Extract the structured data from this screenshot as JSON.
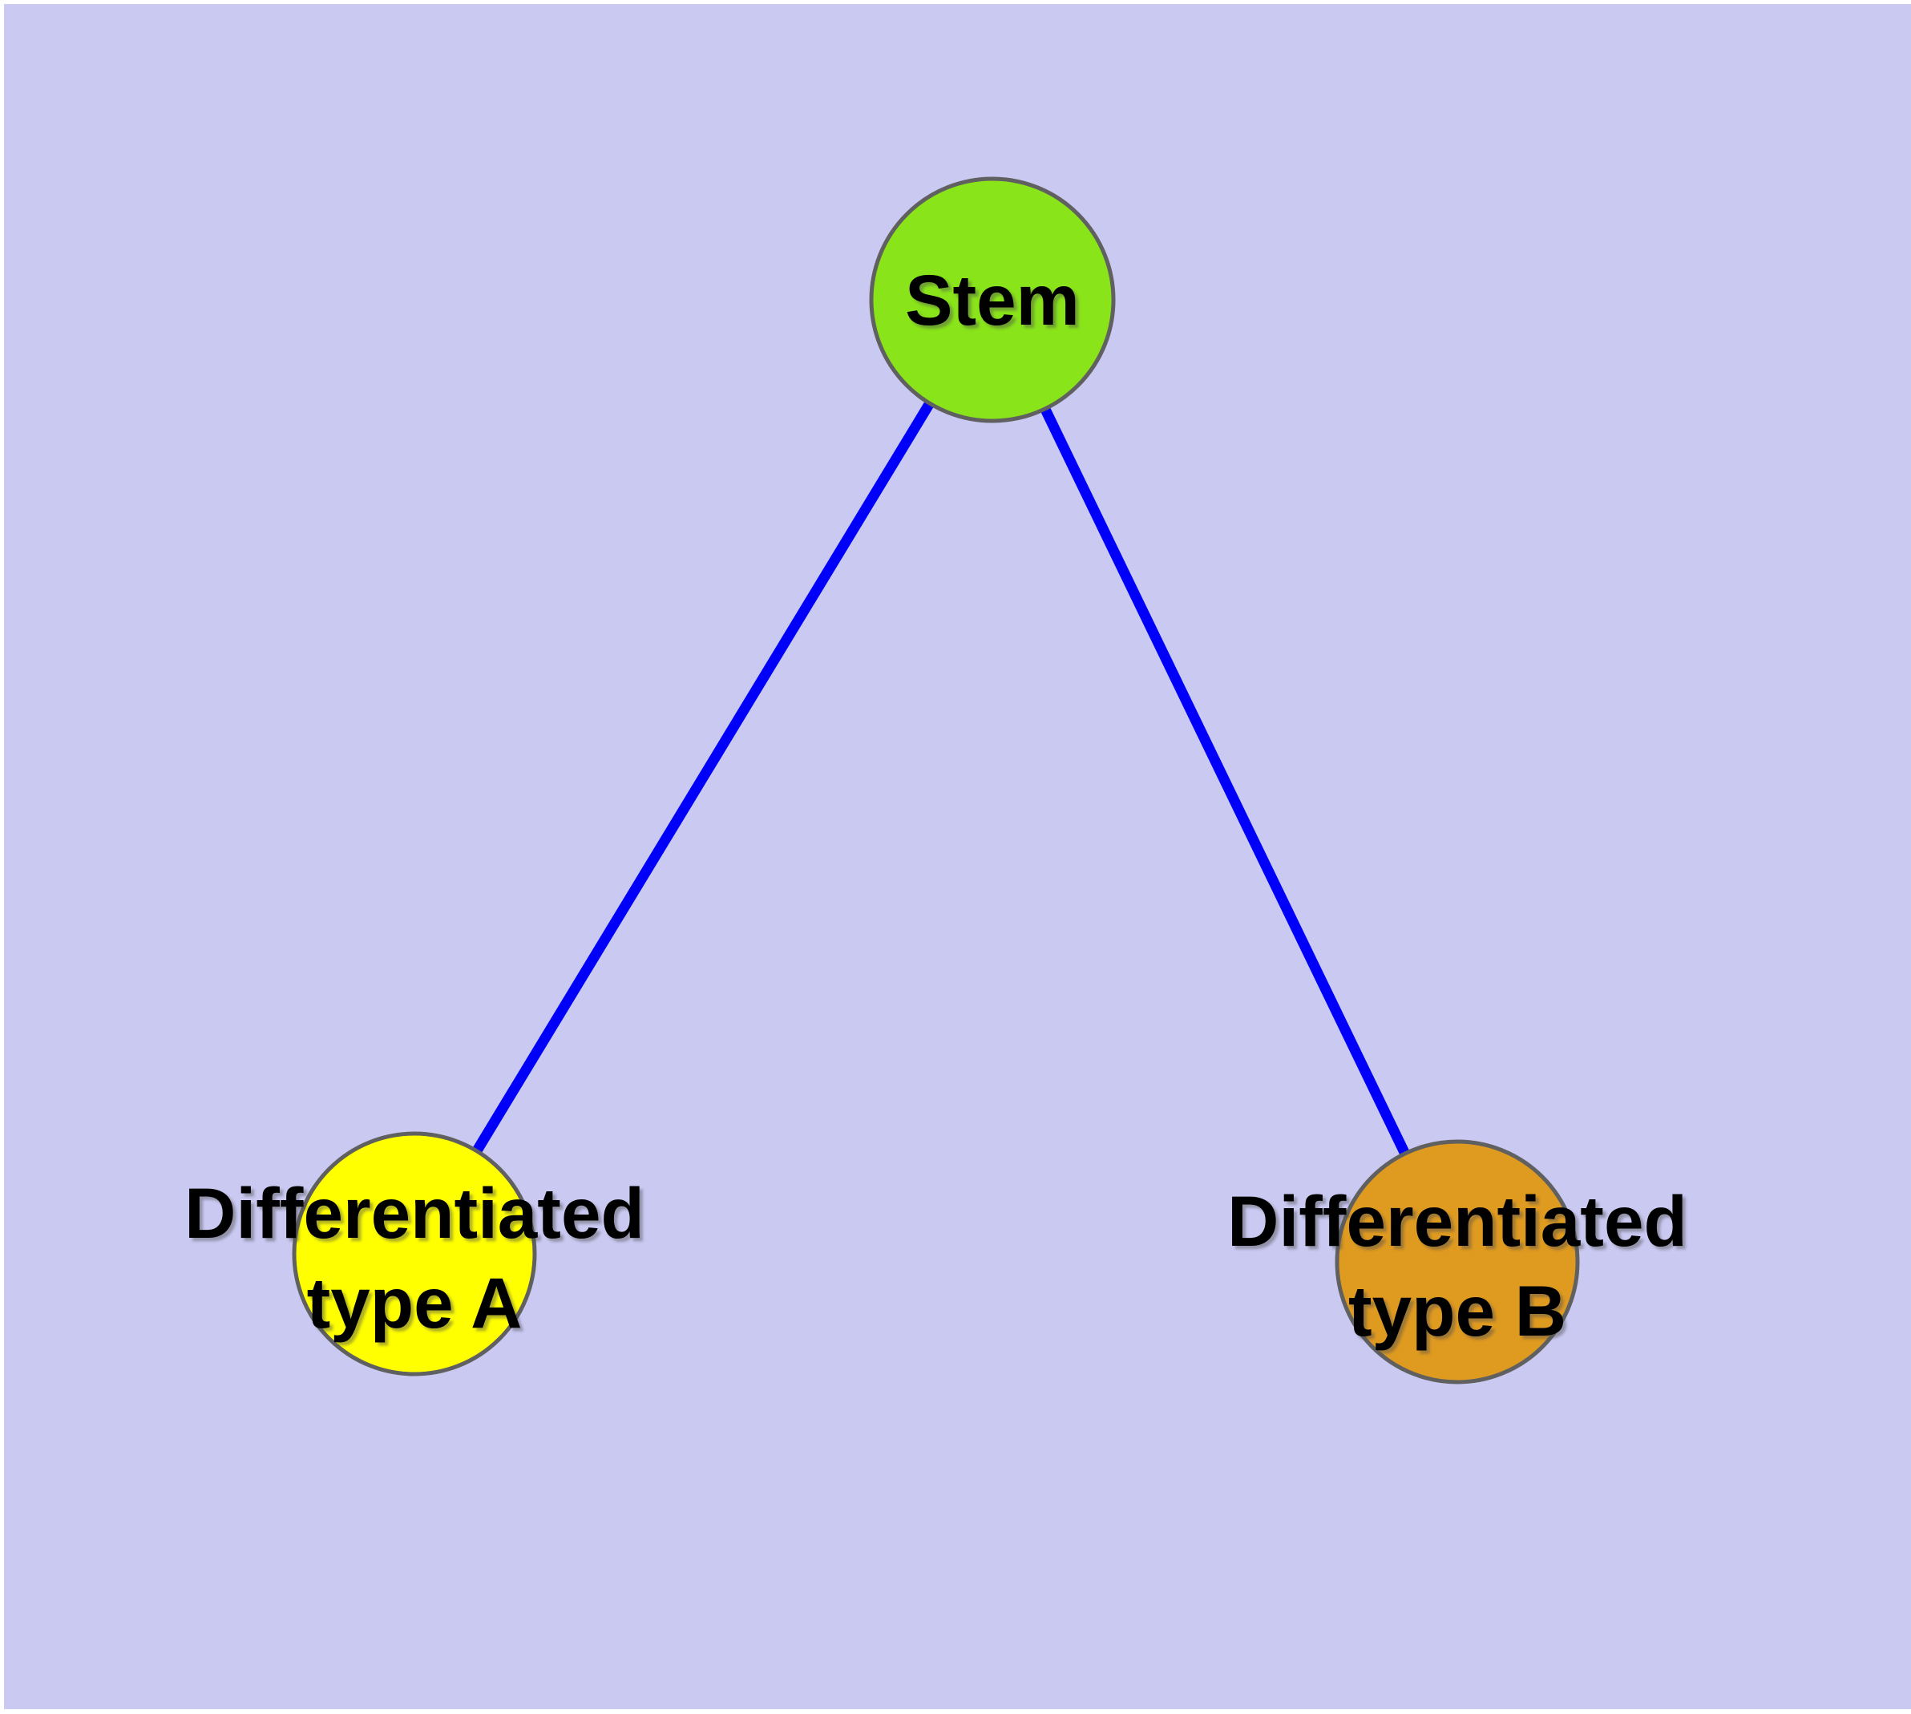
{
  "diagram": {
    "colors": {
      "background": "#C9C9F2",
      "page_margin": "#FFFFFF",
      "edge": "#0000FA",
      "node_border": "#606060",
      "label_text": "#000000"
    },
    "nodes": [
      {
        "id": "stem",
        "lines": [
          "Stem"
        ],
        "fill": "#89E41A"
      },
      {
        "id": "differentiated-type-a",
        "lines": [
          "Differentiated",
          "type A"
        ],
        "fill": "#FFFF00"
      },
      {
        "id": "differentiated-type-b",
        "lines": [
          "Differentiated",
          "type B"
        ],
        "fill": "#DF9A20"
      }
    ],
    "edges": [
      {
        "from": "stem",
        "to": "differentiated-type-a"
      },
      {
        "from": "stem",
        "to": "differentiated-type-b"
      }
    ]
  }
}
